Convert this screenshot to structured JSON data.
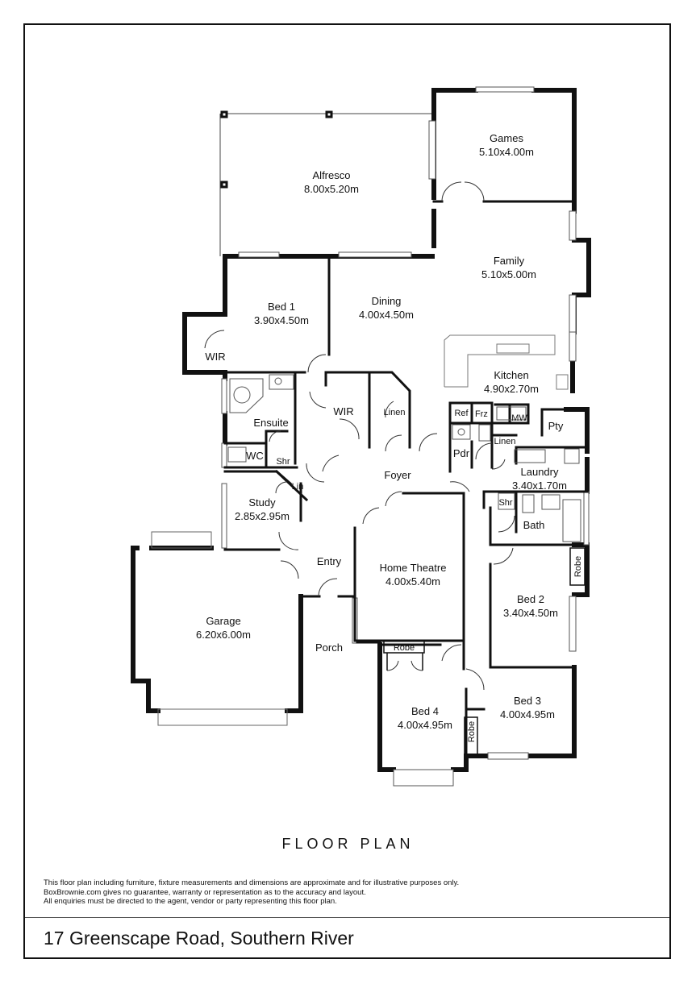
{
  "rooms": {
    "games": {
      "name": "Games",
      "size": "5.10x4.00m"
    },
    "alfresco": {
      "name": "Alfresco",
      "size": "8.00x5.20m"
    },
    "family": {
      "name": "Family",
      "size": "5.10x5.00m"
    },
    "dining": {
      "name": "Dining",
      "size": "4.00x4.50m"
    },
    "bed1": {
      "name": "Bed 1",
      "size": "3.90x4.50m"
    },
    "kitchen": {
      "name": "Kitchen",
      "size": "4.90x2.70m"
    },
    "laundry": {
      "name": "Laundry",
      "size": "3.40x1.70m"
    },
    "study": {
      "name": "Study",
      "size": "2.85x2.95m"
    },
    "home_theatre": {
      "name": "Home Theatre",
      "size": "4.00x5.40m"
    },
    "bed2": {
      "name": "Bed 2",
      "size": "3.40x4.50m"
    },
    "garage": {
      "name": "Garage",
      "size": "6.20x6.00m"
    },
    "bed4": {
      "name": "Bed 4",
      "size": "4.00x4.95m"
    },
    "bed3": {
      "name": "Bed 3",
      "size": "4.00x4.95m"
    }
  },
  "labels": {
    "wir_main": "WIR",
    "wir_hall": "WIR",
    "ensuite": "Ensuite",
    "wc": "WC",
    "shr_ensuite": "Shr",
    "linen_hall": "Linen",
    "linen_laundry": "Linen",
    "lin_study": "Lin",
    "foyer": "Foyer",
    "entry": "Entry",
    "porch": "Porch",
    "ref": "Ref",
    "frz": "Frz",
    "mw": "MW",
    "pty": "Pty",
    "pdr": "Pdr",
    "shr_bath": "Shr",
    "bath": "Bath",
    "robe_bed2": "Robe",
    "robe_bed4": "Robe",
    "robe_bed3": "Robe"
  },
  "title": "FLOOR PLAN",
  "disclaimer": [
    "This floor plan including furniture, fixture measurements and dimensions are approximate and for illustrative purposes only.",
    "BoxBrownie.com gives no guarantee, warranty or representation as to the accuracy and layout.",
    "All enquiries must be directed to the agent, vendor or party representing this floor plan."
  ],
  "address": "17 Greenscape Road, Southern River"
}
